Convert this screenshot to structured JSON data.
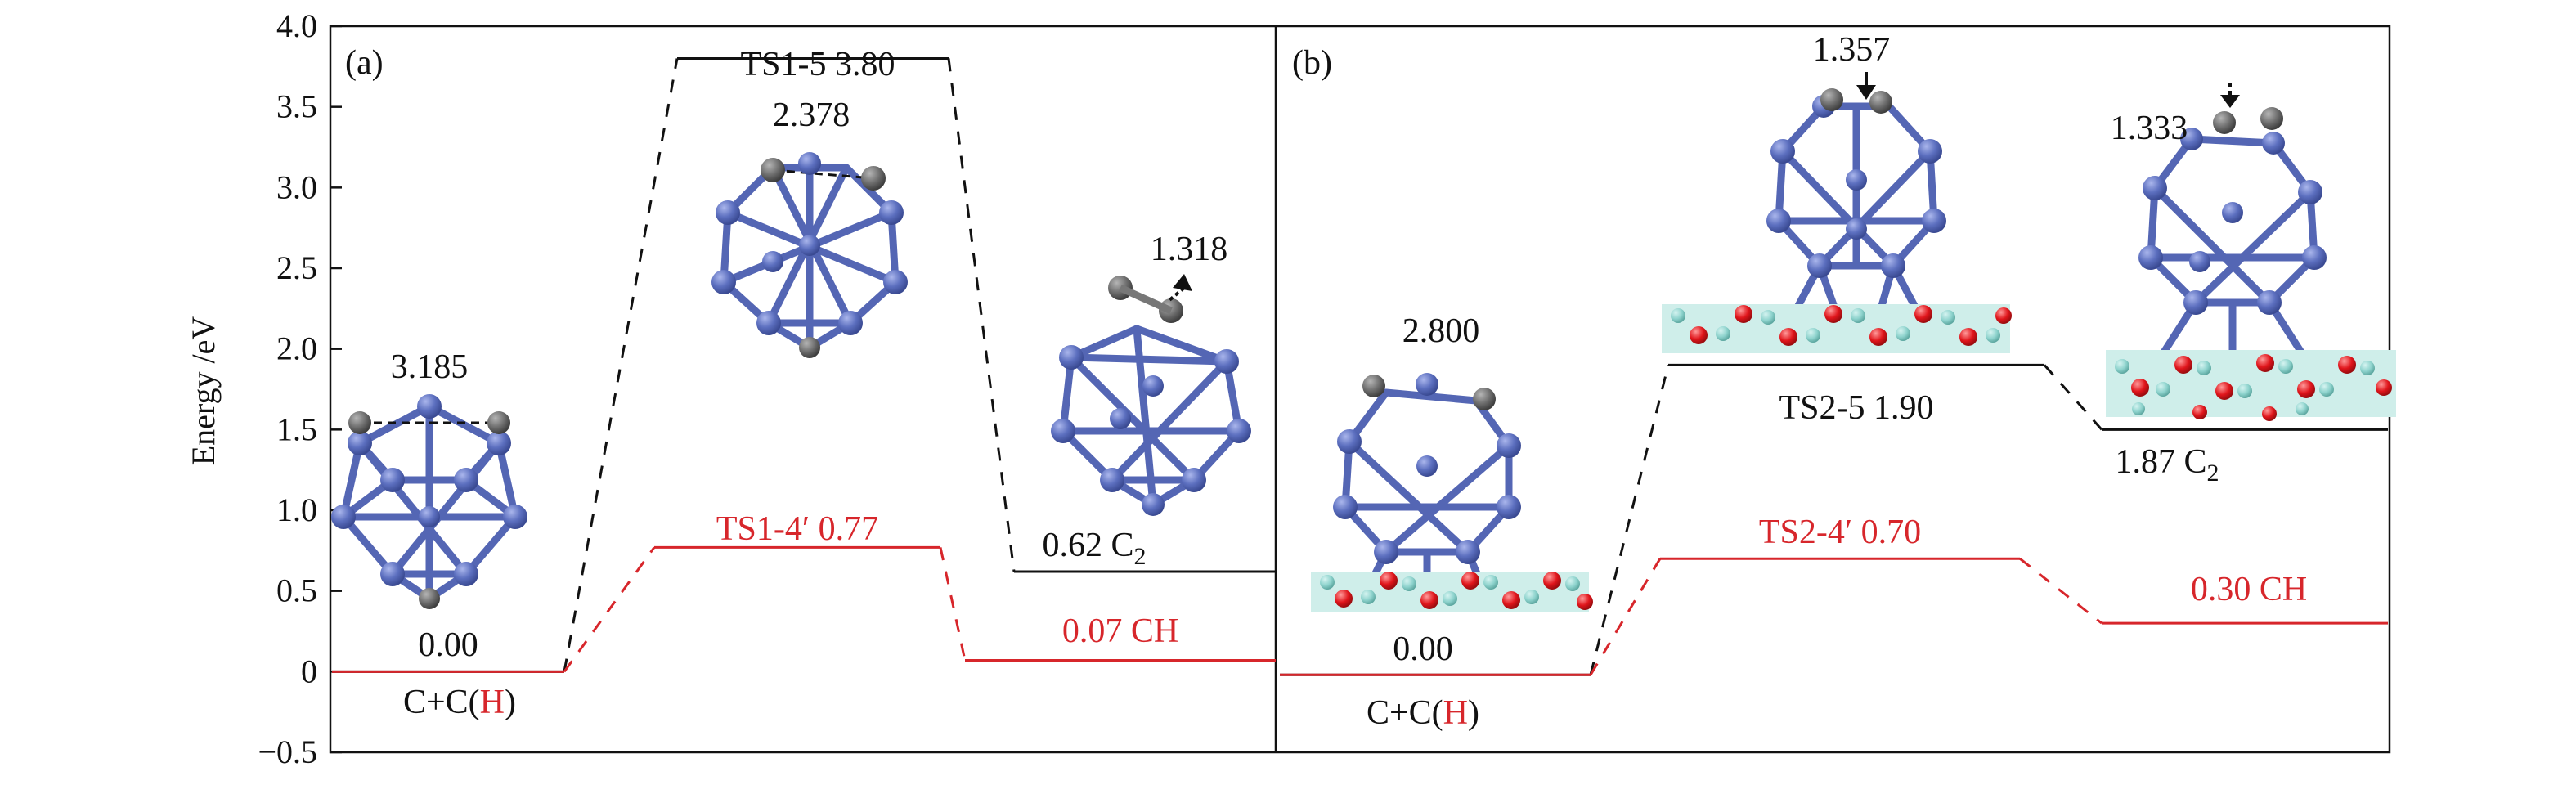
{
  "chart_data": {
    "type": "line",
    "ylabel": "Energy /eV",
    "ylim": [
      -0.5,
      4.0
    ],
    "yticks": [
      "4.0",
      "3.5",
      "3.0",
      "2.5",
      "2.0",
      "1.5",
      "1.0",
      "0.5",
      "0",
      "−0.5"
    ],
    "colors": {
      "c_path": "#111111",
      "ch_path": "#d7262b",
      "h_text": "#d7262b"
    },
    "panels": [
      {
        "tag": "(a)",
        "series": [
          {
            "path": "C",
            "color": "#111111",
            "states": [
              {
                "energy": 0.0,
                "label": "0.00",
                "sublabel": "C+C(",
                "sublabel_h": "H",
                "sublabel_close": ")"
              },
              {
                "energy": 3.8,
                "label": "TS1-5  3.80"
              },
              {
                "energy": 0.62,
                "label": "0.62  C",
                "label_sub": "2"
              }
            ]
          },
          {
            "path": "CH",
            "color": "#d7262b",
            "states": [
              {
                "energy": 0.0
              },
              {
                "energy": 0.77,
                "label": "TS1-4′  0.77"
              },
              {
                "energy": 0.07,
                "label": "0.07  CH"
              }
            ]
          }
        ],
        "annotations": [
          "3.185",
          "2.378",
          "1.318"
        ]
      },
      {
        "tag": "(b)",
        "series": [
          {
            "path": "C",
            "color": "#111111",
            "states": [
              {
                "energy": -0.02,
                "label": "0.00",
                "sublabel": "C+C(",
                "sublabel_h": "H",
                "sublabel_close": ")"
              },
              {
                "energy": 1.9,
                "label": "TS2-5  1.90"
              },
              {
                "energy": 1.5,
                "label": "1.87  C",
                "label_sub": "2"
              }
            ]
          },
          {
            "path": "CH",
            "color": "#d7262b",
            "states": [
              {
                "energy": -0.02
              },
              {
                "energy": 0.7,
                "label": "TS2-4′  0.70"
              },
              {
                "energy": 0.3,
                "label": "0.30  CH"
              }
            ]
          }
        ],
        "annotations": [
          "2.800",
          "1.357",
          "1.333"
        ]
      }
    ]
  }
}
